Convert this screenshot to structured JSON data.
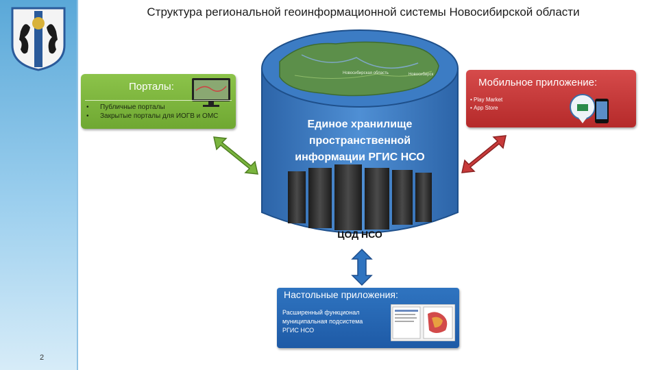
{
  "title": "Структура региональной геоинформационной системы Новосибирской области",
  "page_number": "2",
  "portals": {
    "title": "Порталы:",
    "items": [
      "Публичные порталы",
      "Закрытые порталы для ИОГВ и ОМС"
    ]
  },
  "mobile": {
    "title": "Мобильное приложение:",
    "items": [
      "Play Market",
      "App Store"
    ]
  },
  "storage": {
    "lines": [
      "Единое хранилище",
      "пространственной",
      "информации РГИС НСО"
    ],
    "cod": "ЦОД НСО",
    "map_labels": [
      "Новосибирская область",
      "Новосибирск"
    ]
  },
  "desktop": {
    "title": "Настольные приложения:",
    "lines": [
      "Расширенный функционал",
      "муниципальная подсистема",
      "РГИС НСО"
    ]
  },
  "colors": {
    "portals": "#7ab53e",
    "mobile": "#c83a3a",
    "desktop": "#2565b0",
    "cylinder": "#3c7cc4"
  }
}
